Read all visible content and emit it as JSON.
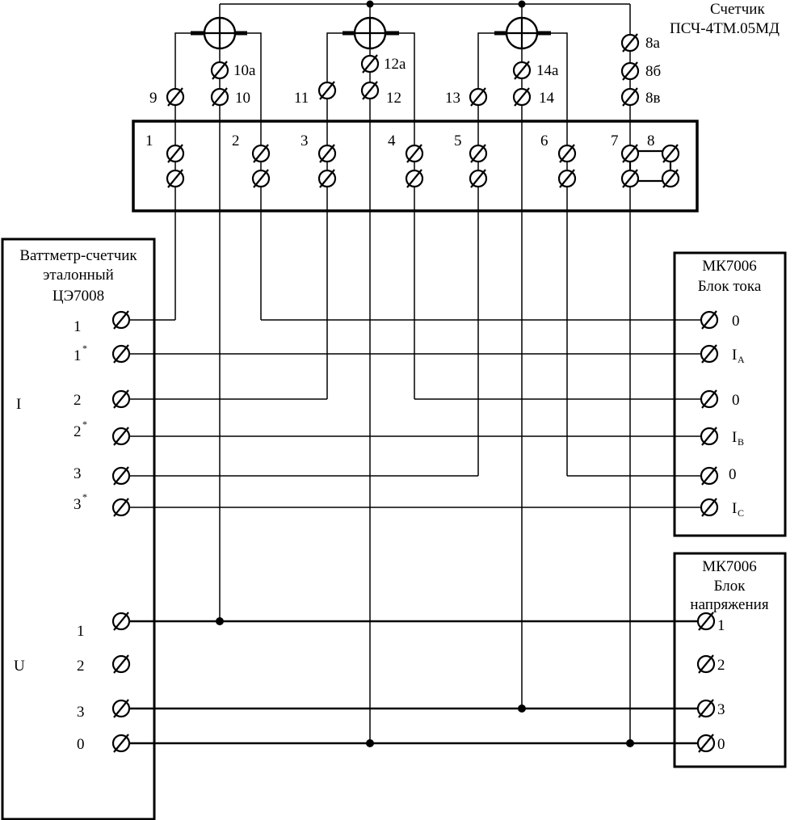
{
  "meter": {
    "title_line1": "Счетчик",
    "title_line2": "ПСЧ-4ТМ.05МД"
  },
  "meter_terminals": [
    "9",
    "10а",
    "10",
    "11",
    "12а",
    "12",
    "13",
    "14а",
    "14",
    "8а",
    "8б",
    "8в"
  ],
  "test_box": {
    "numbers": [
      "1",
      "2",
      "3",
      "4",
      "5",
      "6",
      "7",
      "8"
    ]
  },
  "wattmeter": {
    "title_line1": "Ваттметр-счетчик",
    "title_line2": "эталонный",
    "title_line3": "ЦЭ7008",
    "group_i": "I",
    "group_u": "U",
    "i_terminals": [
      "1",
      "1",
      "2",
      "2",
      "3",
      "3"
    ],
    "star": "*",
    "u_terminals": [
      "1",
      "2",
      "3",
      "0"
    ]
  },
  "current_block": {
    "title_line1": "МК7006",
    "title_line2": "Блок тока",
    "terminals": [
      "0",
      "I",
      "0",
      "I",
      "0",
      "I"
    ],
    "subscripts": [
      "A",
      "B",
      "C"
    ]
  },
  "voltage_block": {
    "title_line1": "МК7006",
    "title_line2": "Блок",
    "title_line3": "напряжения",
    "terminals": [
      "1",
      "2",
      "3",
      "0"
    ]
  }
}
